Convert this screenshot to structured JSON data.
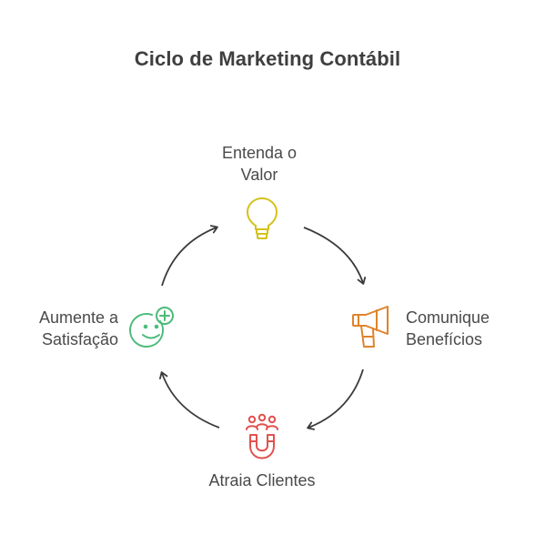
{
  "title": "Ciclo de Marketing Contábil",
  "steps": [
    {
      "lines": [
        "Entenda o",
        "Valor"
      ],
      "icon": "lightbulb-icon",
      "color": "#d4c21a"
    },
    {
      "lines": [
        "Comunique",
        "Benefícios"
      ],
      "icon": "megaphone-icon",
      "color": "#e0832a"
    },
    {
      "lines": [
        "Atraia Clientes"
      ],
      "icon": "magnet-people-icon",
      "color": "#e0524f"
    },
    {
      "lines": [
        "Aumente a",
        "Satisfação"
      ],
      "icon": "smile-plus-icon",
      "color": "#4cbb7a"
    }
  ],
  "arrow_color": "#3a3a3a"
}
